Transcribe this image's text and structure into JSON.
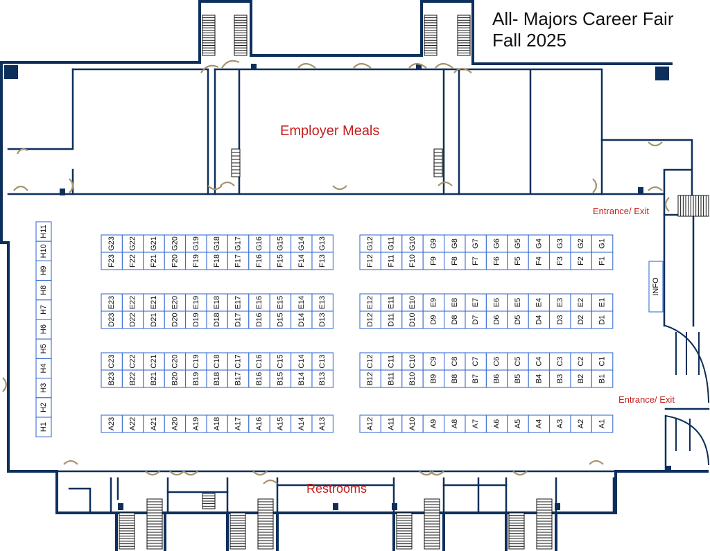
{
  "title": {
    "line1": "All- Majors Career Fair",
    "line2": "Fall 2025"
  },
  "rooms": {
    "employer_meals": "Employer Meals",
    "restrooms": "Restrooms",
    "entrance_top": "Entrance/ Exit",
    "entrance_bottom": "Entrance/ Exit",
    "info": "INFO"
  },
  "colors": {
    "wall": "#0d2f5c",
    "booth_outline": "#3c6fd0",
    "label_red": "#c41e1e",
    "door": "#a6936a"
  },
  "booths": {
    "left_G": [
      "G23",
      "G22",
      "G21",
      "G20",
      "G19",
      "G18",
      "G17",
      "G16",
      "G15",
      "G14",
      "G13"
    ],
    "left_F": [
      "F23",
      "F22",
      "F21",
      "F20",
      "F19",
      "F18",
      "F17",
      "F16",
      "F15",
      "F14",
      "F13"
    ],
    "left_E": [
      "E23",
      "E22",
      "E21",
      "E20",
      "E19",
      "E18",
      "E17",
      "E16",
      "E15",
      "E14",
      "E13"
    ],
    "left_D": [
      "D23",
      "D22",
      "D21",
      "D20",
      "D19",
      "D18",
      "D17",
      "D16",
      "D15",
      "D14",
      "D13"
    ],
    "left_C": [
      "C23",
      "C22",
      "C21",
      "C20",
      "C19",
      "C18",
      "C17",
      "C16",
      "C15",
      "C14",
      "C13"
    ],
    "left_B": [
      "B23",
      "B22",
      "B21",
      "B20",
      "B19",
      "B18",
      "B17",
      "B16",
      "B15",
      "B14",
      "B13"
    ],
    "left_A": [
      "A23",
      "A22",
      "A21",
      "A20",
      "A19",
      "A18",
      "A17",
      "A16",
      "A15",
      "A14",
      "A13"
    ],
    "right_G": [
      "G12",
      "G11",
      "G10",
      "G9",
      "G8",
      "G7",
      "G6",
      "G5",
      "G4",
      "G3",
      "G2",
      "G1"
    ],
    "right_F": [
      "F12",
      "F11",
      "F10",
      "F9",
      "F8",
      "F7",
      "F6",
      "F5",
      "F4",
      "F3",
      "F2",
      "F1"
    ],
    "right_E": [
      "E12",
      "E11",
      "E10",
      "E9",
      "E8",
      "E7",
      "E6",
      "E5",
      "E4",
      "E3",
      "E2",
      "E1"
    ],
    "right_D": [
      "D12",
      "D11",
      "D10",
      "D9",
      "D8",
      "D7",
      "D6",
      "D5",
      "D4",
      "D3",
      "D2",
      "D1"
    ],
    "right_C": [
      "C12",
      "C11",
      "C10",
      "C9",
      "C8",
      "C7",
      "C6",
      "C5",
      "C4",
      "C3",
      "C2",
      "C1"
    ],
    "right_B": [
      "B12",
      "B11",
      "B10",
      "B9",
      "B8",
      "B7",
      "B6",
      "B5",
      "B4",
      "B3",
      "B2",
      "B1"
    ],
    "right_A": [
      "A12",
      "A11",
      "A10",
      "A9",
      "A8",
      "A7",
      "A6",
      "A5",
      "A4",
      "A3",
      "A2",
      "A1"
    ],
    "H": [
      "H11",
      "H10",
      "H9",
      "H8",
      "H7",
      "H6",
      "H5",
      "H4",
      "H3",
      "H2",
      "H1"
    ]
  }
}
